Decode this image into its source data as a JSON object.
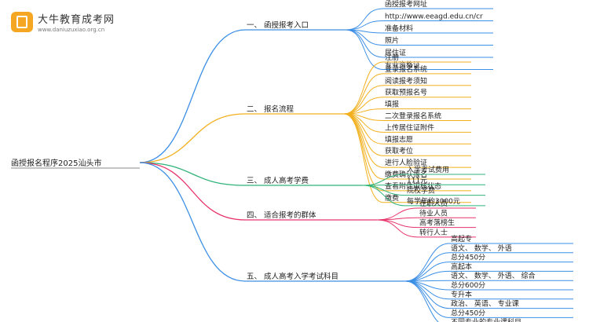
{
  "brand": {
    "name": "大牛教育成考网",
    "url": "www.daniuzuxiao.org.cn"
  },
  "root": "函授报名程序2025汕头市",
  "branches": [
    {
      "label": "一、 函授报考入口",
      "color": "#3b8fe6",
      "items": [
        "函授报考网址",
        "http://www.eeagd.edu.cn/cr",
        "准备材料",
        "照片",
        "居住证",
        "专业资格证"
      ]
    },
    {
      "label": "二、 报名流程",
      "color": "#f2b01e",
      "items": [
        "注册",
        "登录报名系统",
        "阅读报考须知",
        "获取预报名号",
        "填报",
        "二次登录报名系统",
        "上传居住证附件",
        "填报志愿",
        "获取考位",
        "进行人脸验证",
        "缴费确认报名",
        "查看附件审核状态",
        "缴费"
      ]
    },
    {
      "label": "三、 成人高考学费",
      "color": "#2fb37a",
      "items": [
        "入学考试费用",
        "111元",
        "院校学费",
        "每学年约3000元"
      ]
    },
    {
      "label": "四、 适合报考的群体",
      "color": "#e8336b",
      "items": [
        "在职人员",
        "待业人员",
        "高考落榜生",
        "转行人士"
      ]
    },
    {
      "label": "五、 成人高考入学考试科目",
      "color": "#3b8fe6",
      "items": [
        "高起专",
        "语文、 数学、 外语",
        "总分450分",
        "高起本",
        "语文、 数学、 外语、 综合",
        "总分600分",
        "专升本",
        "政治、 英语、 专业课",
        "总分450分",
        "不同专业的专业课科目"
      ]
    }
  ]
}
